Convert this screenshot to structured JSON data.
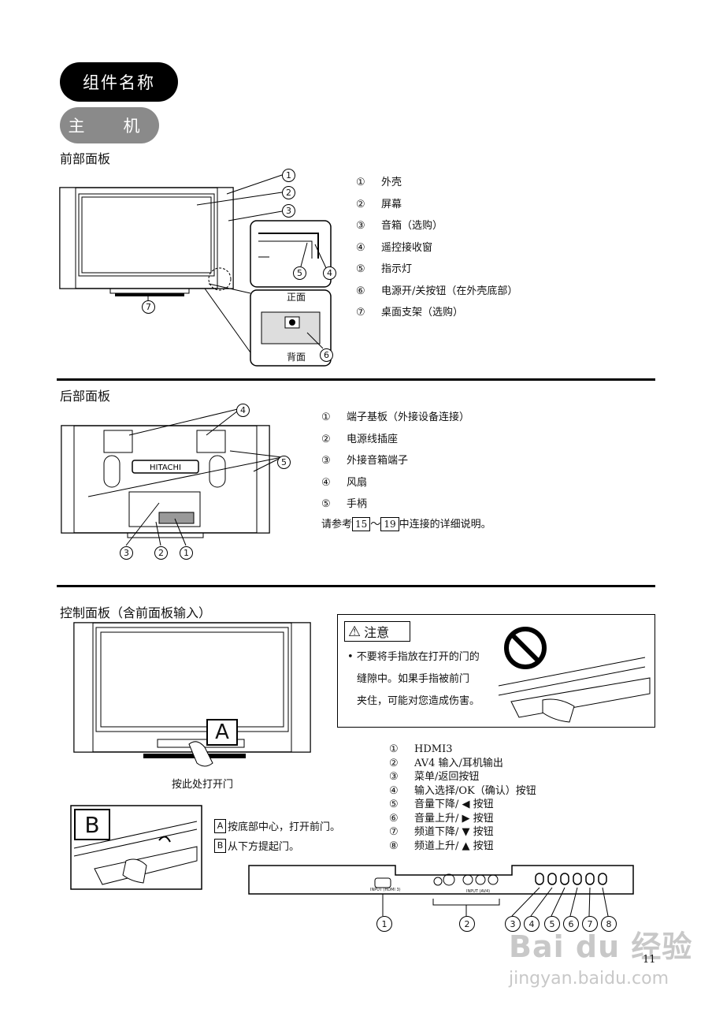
{
  "section_title": "组件名称",
  "subsection_title": "主　机",
  "front": {
    "heading": "前部面板",
    "items": [
      {
        "n": "①",
        "t": "外壳"
      },
      {
        "n": "②",
        "t": "屏幕"
      },
      {
        "n": "③",
        "t": "音箱（选购）"
      },
      {
        "n": "④",
        "t": "遥控接收窗"
      },
      {
        "n": "⑤",
        "t": "指示灯"
      },
      {
        "n": "⑥",
        "t": "电源开/关按钮（在外壳底部）"
      },
      {
        "n": "⑦",
        "t": "桌面支架（选购）"
      }
    ],
    "diagram_labels": {
      "front_side": "正面",
      "back_side": "背面"
    }
  },
  "rear": {
    "heading": "后部面板",
    "items": [
      {
        "n": "①",
        "t": "端子基板（外接设备连接）"
      },
      {
        "n": "②",
        "t": "电源线插座"
      },
      {
        "n": "③",
        "t": "外接音箱端子"
      },
      {
        "n": "④",
        "t": "风扇"
      },
      {
        "n": "⑤",
        "t": "手柄"
      }
    ],
    "note_prefix": "请参考",
    "ref_from": "15",
    "ref_sep": "～",
    "ref_to": "19",
    "note_suffix": "中连接的详细说明。",
    "brand": "HITACHI"
  },
  "control": {
    "heading": "控制面板（含前面板输入）",
    "caution_title": "注意",
    "caution_lines": [
      "• 不要将手指放在打开的门的",
      "缝隙中。如果手指被前门",
      "夹住，可能对您造成伤害。"
    ],
    "letter_a": "A",
    "letter_b": "B",
    "open_here": "按此处打开门",
    "step_a": "按底部中心，打开前门。",
    "step_b": "从下方提起门。",
    "items": [
      {
        "n": "①",
        "t": "HDMI3"
      },
      {
        "n": "②",
        "t": "AV4 输入/耳机输出"
      },
      {
        "n": "③",
        "t": "菜单/返回按钮"
      },
      {
        "n": "④",
        "t": "输入选择/OK（确认）按钮"
      },
      {
        "n": "⑤",
        "t": "音量下降/ ◀ 按钮"
      },
      {
        "n": "⑥",
        "t": "音量上升/ ▶ 按钮"
      },
      {
        "n": "⑦",
        "t": "频道下降/ ▼ 按钮"
      },
      {
        "n": "⑧",
        "t": "频道上升/ ▲ 按钮"
      }
    ],
    "panel_labels": {
      "hdmi": "INPUT (HDMI 3)",
      "av4": "INPUT (AV4)"
    }
  },
  "page_number": "11",
  "watermark": {
    "brand": "Bai du 经验",
    "url": "jingyan.baidu.com"
  }
}
